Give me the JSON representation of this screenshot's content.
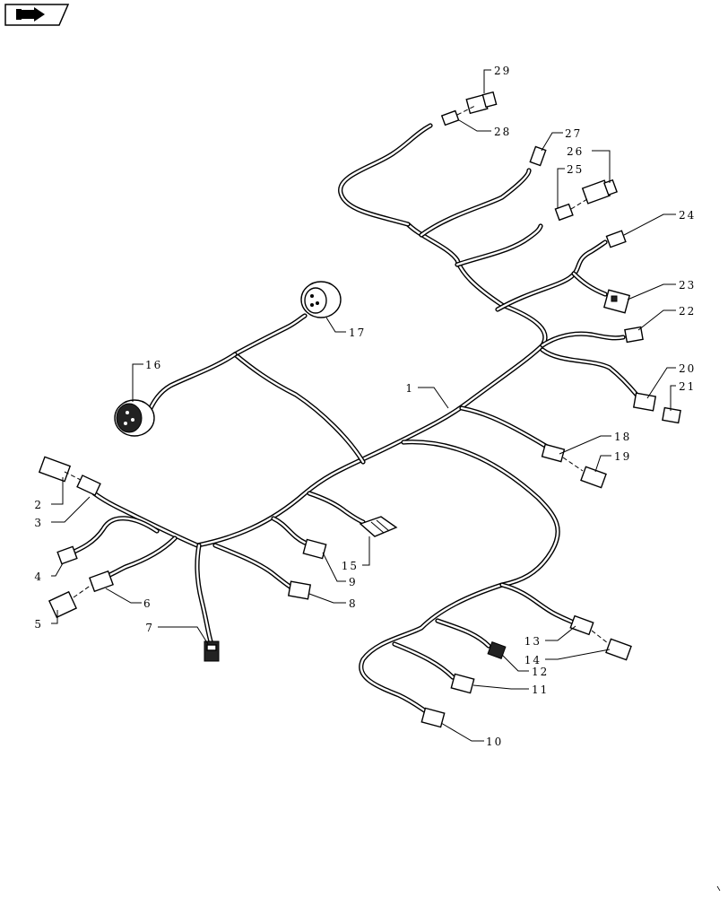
{
  "icon": {
    "name": "next-page-arrow-icon"
  },
  "callouts": [
    {
      "id": "1",
      "label": "1"
    },
    {
      "id": "2",
      "label": "2"
    },
    {
      "id": "3",
      "label": "3"
    },
    {
      "id": "4",
      "label": "4"
    },
    {
      "id": "5",
      "label": "5"
    },
    {
      "id": "6",
      "label": "6"
    },
    {
      "id": "7",
      "label": "7"
    },
    {
      "id": "8",
      "label": "8"
    },
    {
      "id": "9",
      "label": "9"
    },
    {
      "id": "10",
      "label": "10"
    },
    {
      "id": "11",
      "label": "11"
    },
    {
      "id": "12",
      "label": "12"
    },
    {
      "id": "13",
      "label": "13"
    },
    {
      "id": "14",
      "label": "14"
    },
    {
      "id": "15",
      "label": "15"
    },
    {
      "id": "16",
      "label": "16"
    },
    {
      "id": "17",
      "label": "17"
    },
    {
      "id": "18",
      "label": "18"
    },
    {
      "id": "19",
      "label": "19"
    },
    {
      "id": "20",
      "label": "20"
    },
    {
      "id": "21",
      "label": "21"
    },
    {
      "id": "22",
      "label": "22"
    },
    {
      "id": "23",
      "label": "23"
    },
    {
      "id": "24",
      "label": "24"
    },
    {
      "id": "25",
      "label": "25"
    },
    {
      "id": "26",
      "label": "26"
    },
    {
      "id": "27",
      "label": "27"
    },
    {
      "id": "28",
      "label": "28"
    },
    {
      "id": "29",
      "label": "29"
    }
  ]
}
